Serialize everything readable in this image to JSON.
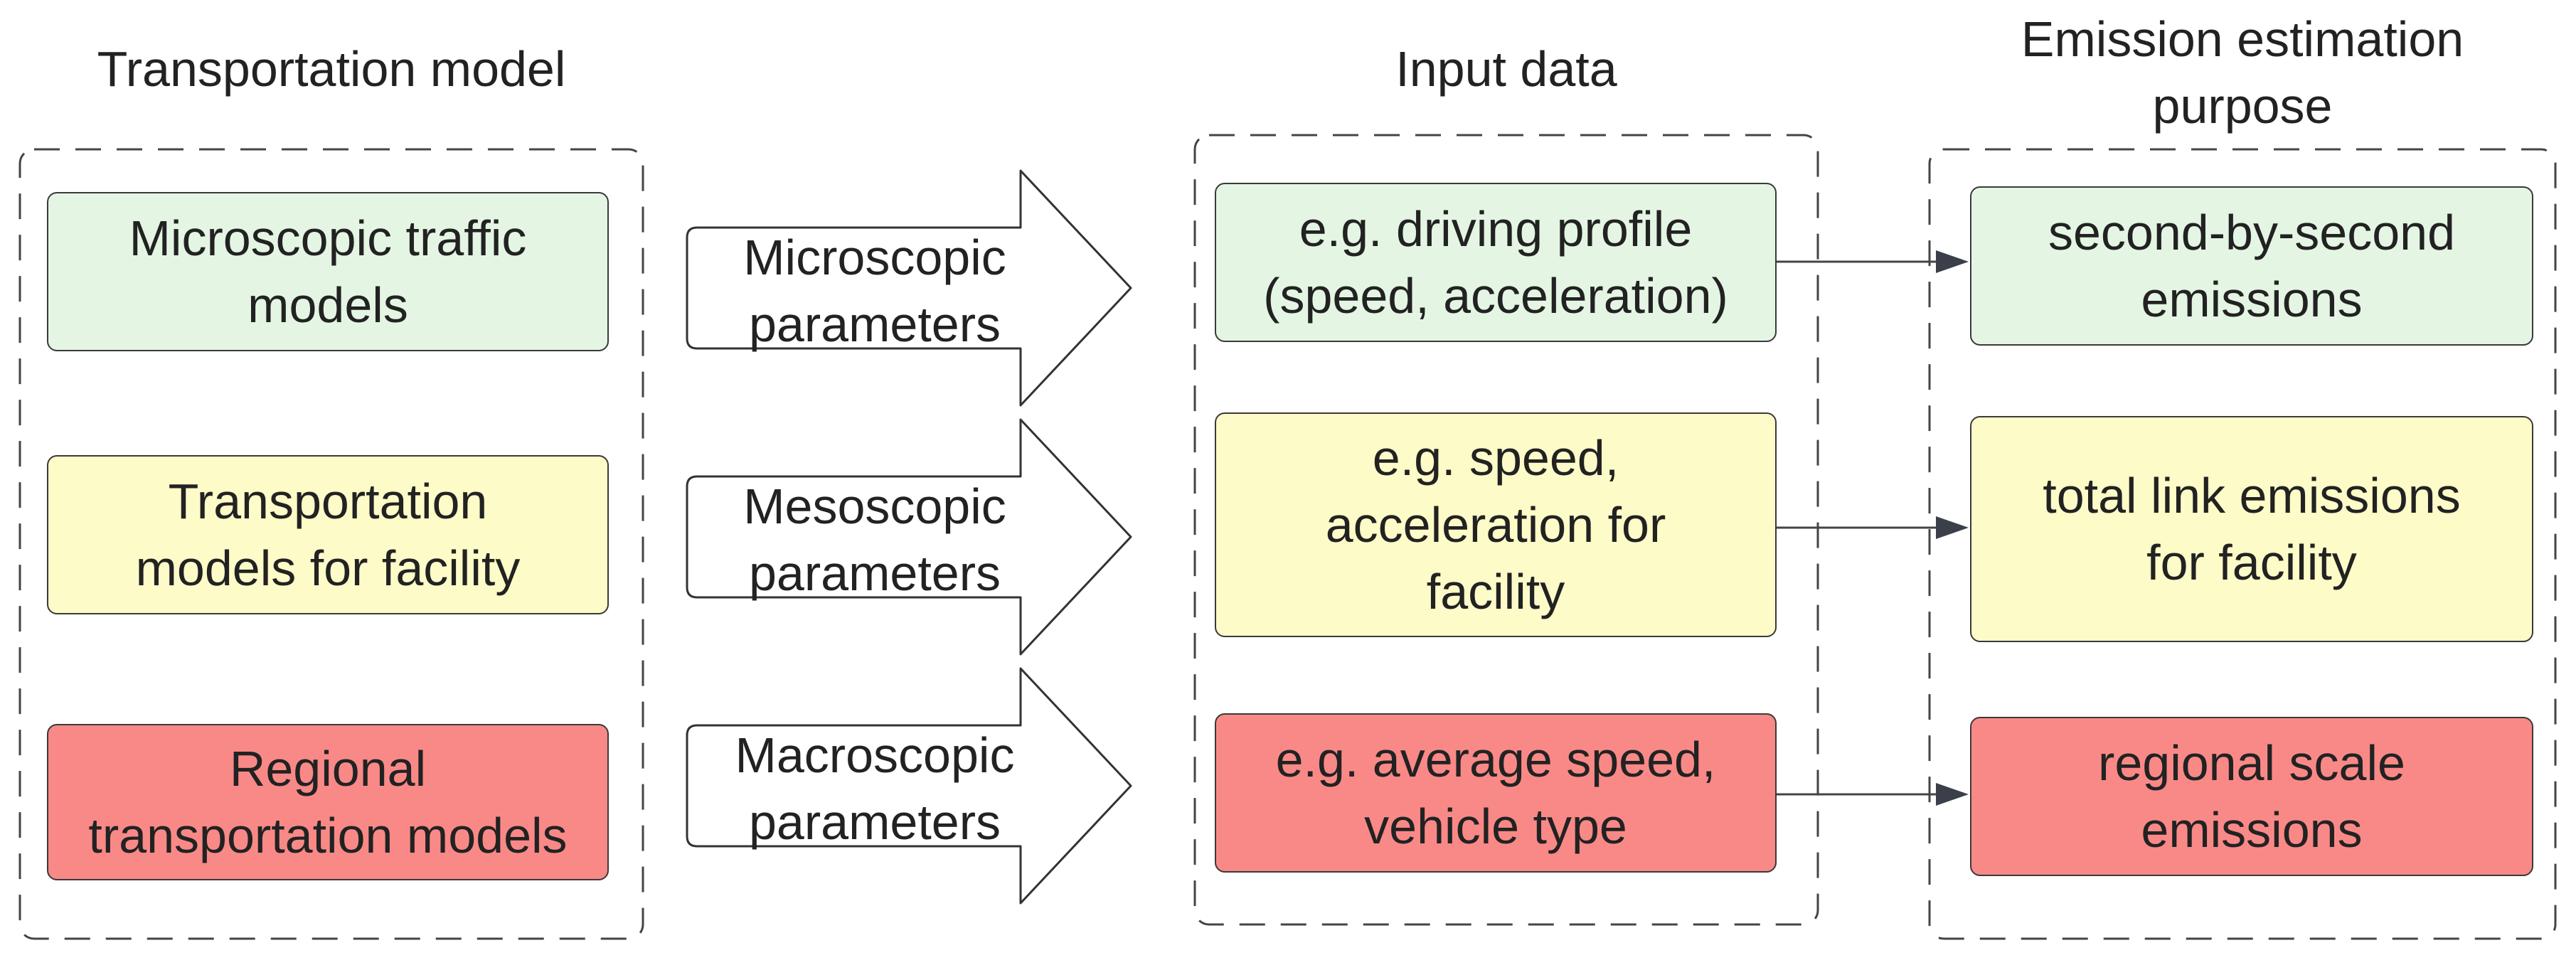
{
  "columns": {
    "transport_title": "Transportation model",
    "input_title": "Input data",
    "purpose_title": "Emission estimation\npurpose"
  },
  "transport_models": [
    {
      "label": "Microscopic traffic\nmodels",
      "color": "#e4f5e4"
    },
    {
      "label": "Transportation\nmodels for facility",
      "color": "#fdfbc8"
    },
    {
      "label": "Regional\ntransportation models",
      "color": "#f98987"
    }
  ],
  "parameter_arrows": [
    {
      "label": "Microscopic\nparameters"
    },
    {
      "label": "Mesoscopic\nparameters"
    },
    {
      "label": "Macroscopic\nparameters"
    }
  ],
  "input_data": [
    {
      "label": "e.g. driving profile\n(speed, acceleration)",
      "color": "#e4f5e4"
    },
    {
      "label": "e.g. speed,\nacceleration for\nfacility",
      "color": "#fdfbc8"
    },
    {
      "label": "e.g. average speed,\nvehicle type",
      "color": "#f98987"
    }
  ],
  "emission_purpose": [
    {
      "label": "second-by-second\nemissions",
      "color": "#e4f5e4"
    },
    {
      "label": "total link emissions\nfor facility",
      "color": "#fdfbc8"
    },
    {
      "label": "regional scale\nemissions",
      "color": "#f98987"
    }
  ]
}
